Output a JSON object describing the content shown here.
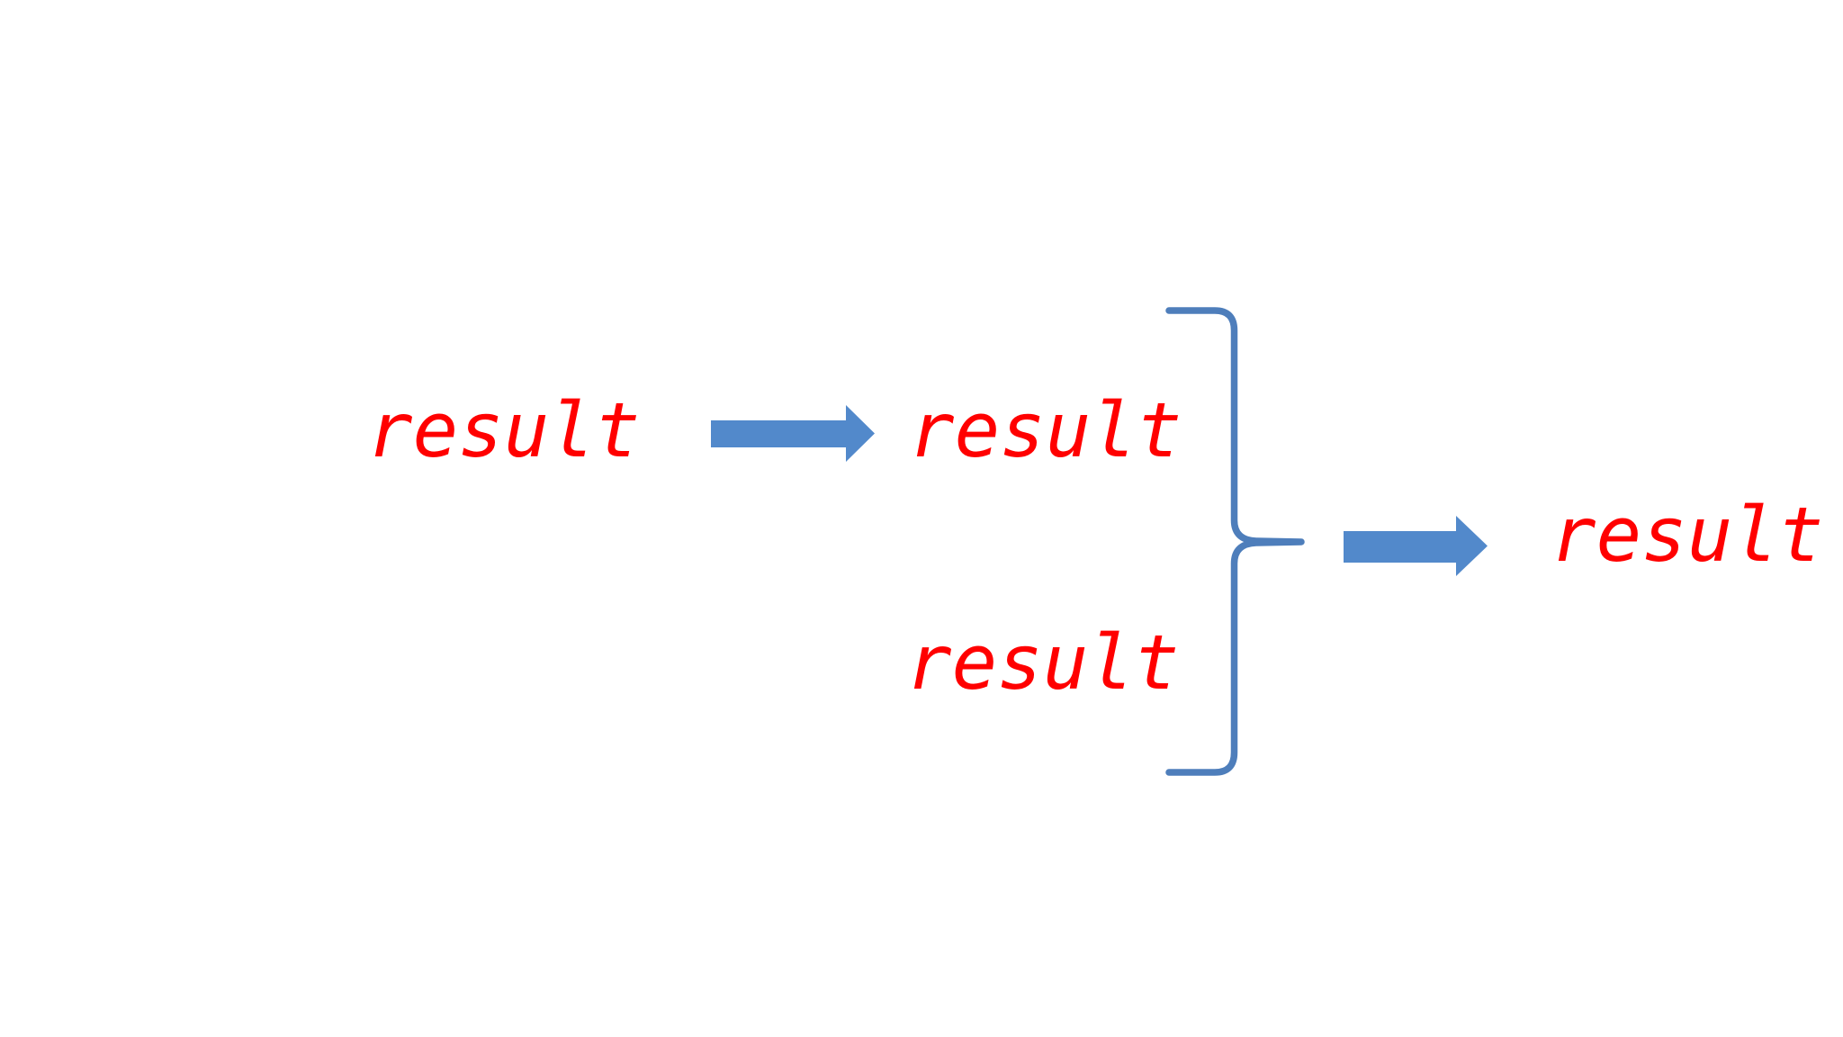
{
  "diagram": {
    "background_color": "#ffffff",
    "text_color": "#ff0000",
    "arrow_color": "#5289cb",
    "brace_color": "#4e7ebb",
    "labels": {
      "source": "result",
      "branch_top": "result",
      "branch_bottom": "result",
      "merged": "result"
    }
  }
}
